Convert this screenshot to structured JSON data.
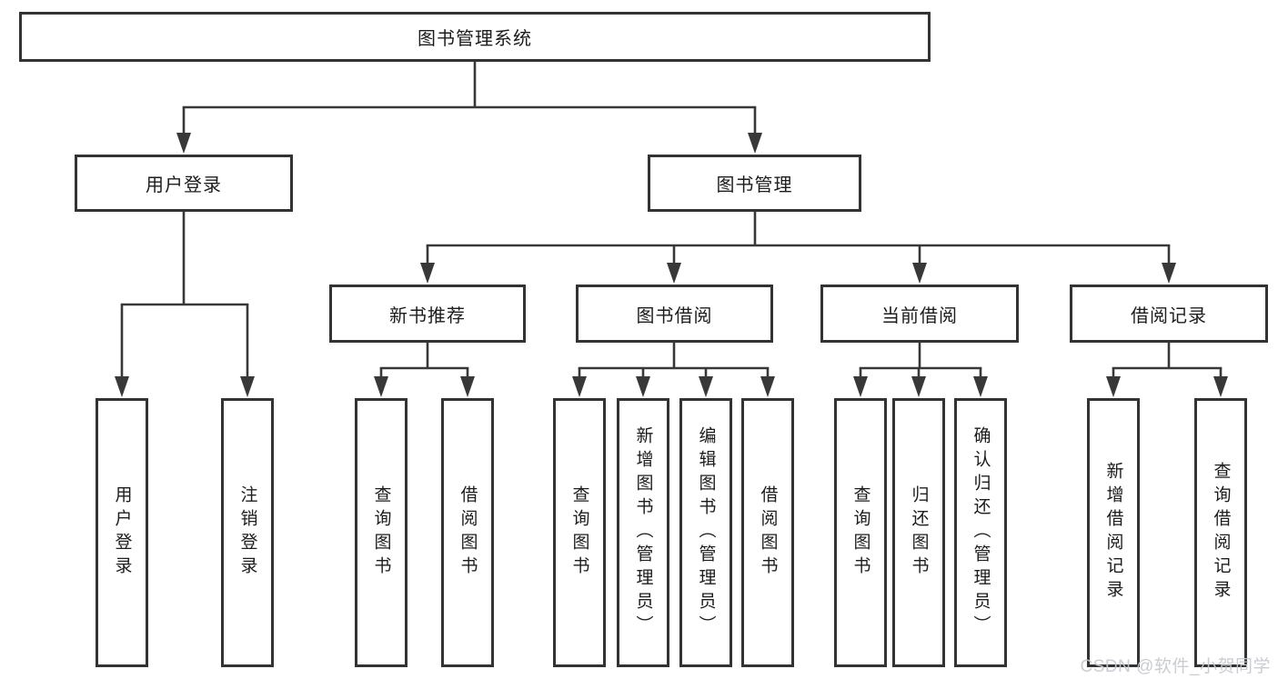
{
  "title": "图书管理系统",
  "watermark": "CSDN @软件_小贺同学",
  "colors": {
    "line": "#383838",
    "box_border": "#333333",
    "text": "#1c1c1c",
    "watermark": "#c6c9ce",
    "background": "#ffffff"
  },
  "nodes": {
    "root": "图书管理系统",
    "user_login_branch": {
      "label": "用户登录",
      "children": [
        "用户登录",
        "注销登录"
      ]
    },
    "book_mgmt_branch": {
      "label": "图书管理",
      "groups": [
        {
          "label": "新书推荐",
          "children": [
            "查询图书",
            "借阅图书"
          ]
        },
        {
          "label": "图书借阅",
          "children": [
            "查询图书",
            "新增图书（管理员）",
            "编辑图书（管理员）",
            "借阅图书"
          ]
        },
        {
          "label": "当前借阅",
          "children": [
            "查询图书",
            "归还图书",
            "确认归还（管理员）"
          ]
        },
        {
          "label": "借阅记录",
          "children": [
            "新增借阅记录",
            "查询借阅记录"
          ]
        }
      ]
    }
  }
}
